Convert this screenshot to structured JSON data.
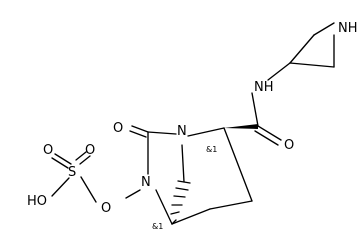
{
  "molecule": {
    "atoms": {
      "nh_azetidine": "NH",
      "nh_amide": "NH",
      "o_amide": "O",
      "o_carbonyl": "O",
      "n_bridge": "N",
      "n_ring": "N",
      "o_link": "O",
      "s_sulfate": "S",
      "o_sulfate_top1": "O",
      "o_sulfate_top2": "O",
      "oh_sulfate": "HO"
    },
    "stereo_labels": {
      "c2": "&1",
      "c5": "&1"
    }
  },
  "colors": {
    "bond": "#000000",
    "text": "#000000",
    "background": "#ffffff"
  }
}
